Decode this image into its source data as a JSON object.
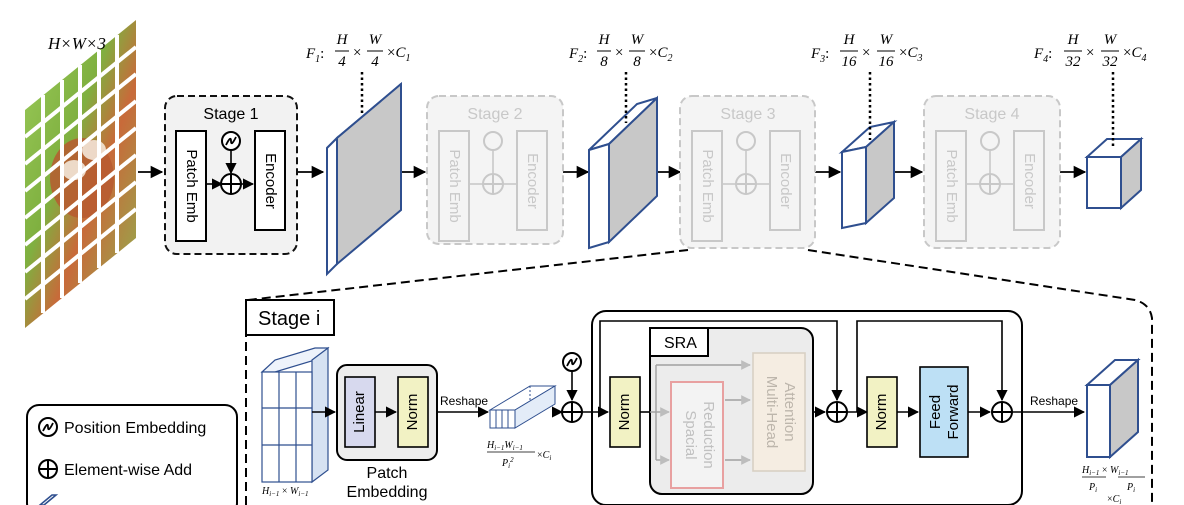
{
  "input_label": "H×W×3",
  "features": [
    {
      "name": "F",
      "sub": "1",
      "h": "H",
      "hd": "4",
      "w": "W",
      "wd": "4",
      "c": "C",
      "cs": "1"
    },
    {
      "name": "F",
      "sub": "2",
      "h": "H",
      "hd": "8",
      "w": "W",
      "wd": "8",
      "c": "C",
      "cs": "2"
    },
    {
      "name": "F",
      "sub": "3",
      "h": "H",
      "hd": "16",
      "w": "W",
      "wd": "16",
      "c": "C",
      "cs": "3"
    },
    {
      "name": "F",
      "sub": "4",
      "h": "H",
      "hd": "32",
      "w": "W",
      "wd": "32",
      "c": "C",
      "cs": "4"
    }
  ],
  "stages": [
    {
      "title": "Stage 1",
      "patch": "Patch Emb",
      "encoder": "Encoder",
      "active": true
    },
    {
      "title": "Stage 2",
      "patch": "Patch Emb",
      "encoder": "Encoder",
      "active": false
    },
    {
      "title": "Stage 3",
      "patch": "Patch Emb",
      "encoder": "Encoder",
      "active": false
    },
    {
      "title": "Stage 4",
      "patch": "Patch Emb",
      "encoder": "Encoder",
      "active": false
    }
  ],
  "detail": {
    "title": "Stage i",
    "linear": "Linear",
    "norm": "Norm",
    "reshape": "Reshape",
    "patch_embedding": [
      "Patch",
      "Embedding"
    ],
    "sra": "SRA",
    "spacial_reduction": [
      "Spacial",
      "Reduction"
    ],
    "mha": [
      "Multi-Head",
      "Attention"
    ],
    "feed_forward": [
      "Feed",
      "Forward"
    ],
    "reshape_out": "Reshape"
  },
  "legend": {
    "position_embedding": "Position Embedding",
    "element_add": "Element-wise Add"
  },
  "colors": {
    "cube_edge": "#2f4f8f",
    "cube_side": "#c8c8c8",
    "linear_fill": "#d7d9ee",
    "norm_fill": "#f2f2c4",
    "ff_fill": "#bde0f5",
    "sr_stroke": "#e8a0a0",
    "mha_fill": "#f5ede2",
    "stage_fill": "#f2f2f2",
    "faded": "#c8c8c8"
  }
}
